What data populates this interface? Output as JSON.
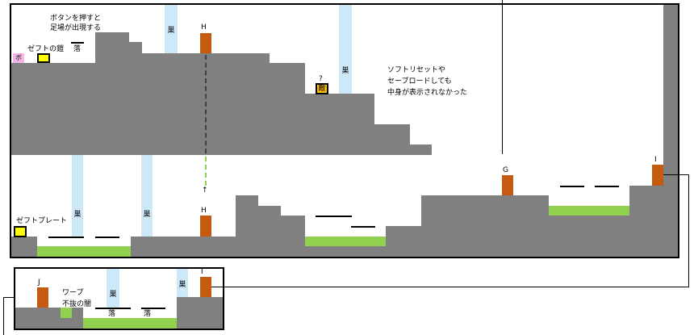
{
  "notes": {
    "button_note": "ボタンを押すと\n足場が出現する",
    "soft_reset_note": "ソフトリセットや\nセーブロードしても\n中身が表示されなかった",
    "warp_note": "ワープ\n不抜の闇"
  },
  "items": {
    "zeft_armor": "ゼフトの鎧",
    "zeft_plate": "ゼフトプレート",
    "pink_tag": "ボ",
    "unknown": "?",
    "enemy_box": "敵"
  },
  "nest_label": "巣",
  "fall_label": "落",
  "doors": {
    "h": "H",
    "g": "G",
    "i": "I",
    "j": "J"
  },
  "colors": {
    "ground": "#808080",
    "grass": "#92d050",
    "nest": "#cde8f6",
    "door": "#c55a11",
    "item_box": "#ffff00",
    "pink_tag": "#f4b6e6",
    "enemy_box": "#ffc000"
  }
}
